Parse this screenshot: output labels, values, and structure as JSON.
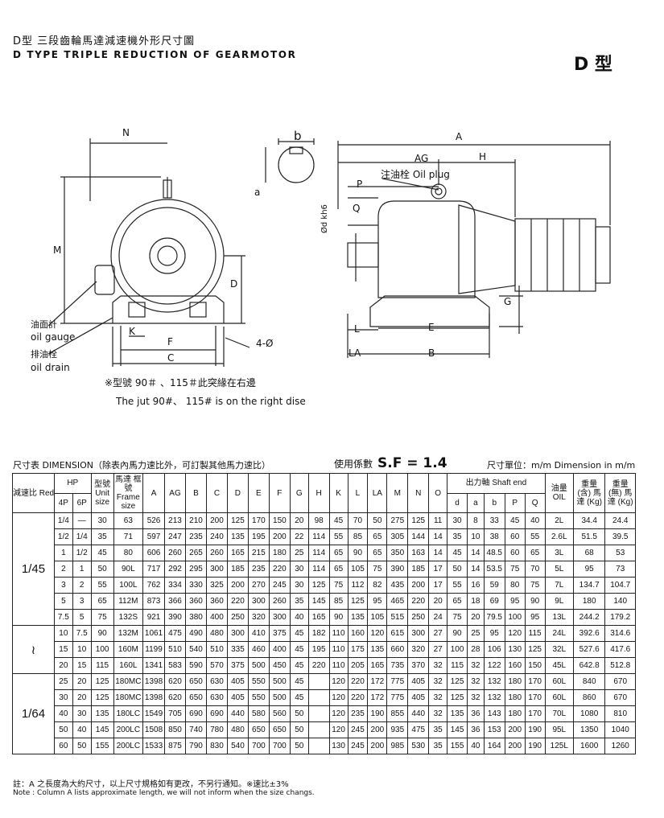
{
  "header": {
    "title_cn": "D型 三段齒輪馬達減速機外形尺寸圖",
    "title_en": "D TYPE TRIPLE REDUCTION OF GEARMOTOR",
    "type_badge": "D 型"
  },
  "drawing": {
    "labels": {
      "N": "N",
      "b": "b",
      "a": "a",
      "M": "M",
      "D": "D",
      "K": "K",
      "F": "F",
      "C": "C",
      "holes": "4-Ø",
      "A": "A",
      "AG": "AG",
      "H": "H",
      "P": "P",
      "Q": "Q",
      "d": "Ød kh6",
      "G": "G",
      "L": "L",
      "E": "E",
      "LA": "LA",
      "B": "B",
      "oil_plug": "注油栓 Oil plug",
      "oil_gauge_cn": "油面計",
      "oil_gauge": "oil gauge",
      "oil_drain_cn": "排油栓",
      "oil_drain": "oil drain"
    },
    "note_cn": "※型號 90＃ 、115＃此突緣在右邊",
    "note_en": "The jut 90#、 115# is on the right dise"
  },
  "dimension": {
    "title": "尺寸表 DIMENSION（除表內馬力速比外，可訂製其他馬力速比）",
    "sf_label": "使用係數",
    "sf_value": "S.F = 1.4",
    "unit": "尺寸單位：m/m Dimension in m/m",
    "headers": {
      "ratio": "減速比 Reduction Ratio",
      "hp": "HP",
      "p4": "4P",
      "p6": "6P",
      "unit_size": "型號 Unit size",
      "frame": "馬達 框號 Frame size",
      "A": "A",
      "AG": "AG",
      "B": "B",
      "C": "C",
      "D": "D",
      "E": "E",
      "F": "F",
      "G": "G",
      "H": "H",
      "K": "K",
      "L": "L",
      "LA": "LA",
      "M": "M",
      "N": "N",
      "O": "O",
      "shaft": "出力軸 Shaft end",
      "d": "d",
      "a": "a",
      "b": "b",
      "P": "P",
      "Q": "Q",
      "oil": "油量 OIL",
      "w_with": "重量 (含) 馬達 (Kg)",
      "w_without": "重量 (無) 馬達 (Kg)"
    },
    "ratio_labels": [
      "1/45",
      "≀",
      "1/64"
    ],
    "rows": [
      [
        "1/4",
        "—",
        "30",
        "63",
        "526",
        "213",
        "210",
        "200",
        "125",
        "170",
        "150",
        "20",
        "98",
        "45",
        "70",
        "50",
        "275",
        "125",
        "11",
        "30",
        "8",
        "33",
        "45",
        "40",
        "2L",
        "34.4",
        "24.4"
      ],
      [
        "1/2",
        "1/4",
        "35",
        "71",
        "597",
        "247",
        "235",
        "240",
        "135",
        "195",
        "200",
        "22",
        "114",
        "55",
        "85",
        "65",
        "305",
        "144",
        "14",
        "35",
        "10",
        "38",
        "60",
        "55",
        "2.6L",
        "51.5",
        "39.5"
      ],
      [
        "1",
        "1/2",
        "45",
        "80",
        "606",
        "260",
        "265",
        "260",
        "165",
        "215",
        "180",
        "25",
        "114",
        "65",
        "90",
        "65",
        "350",
        "163",
        "14",
        "45",
        "14",
        "48.5",
        "60",
        "65",
        "3L",
        "68",
        "53"
      ],
      [
        "2",
        "1",
        "50",
        "90L",
        "717",
        "292",
        "295",
        "300",
        "185",
        "235",
        "220",
        "30",
        "114",
        "65",
        "105",
        "75",
        "390",
        "185",
        "17",
        "50",
        "14",
        "53.5",
        "75",
        "70",
        "5L",
        "95",
        "73"
      ],
      [
        "3",
        "2",
        "55",
        "100L",
        "762",
        "334",
        "330",
        "325",
        "200",
        "270",
        "245",
        "30",
        "125",
        "75",
        "112",
        "82",
        "435",
        "200",
        "17",
        "55",
        "16",
        "59",
        "80",
        "75",
        "7L",
        "134.7",
        "104.7"
      ],
      [
        "5",
        "3",
        "65",
        "112M",
        "873",
        "366",
        "360",
        "360",
        "220",
        "300",
        "260",
        "35",
        "145",
        "85",
        "125",
        "95",
        "465",
        "220",
        "20",
        "65",
        "18",
        "69",
        "95",
        "90",
        "9L",
        "180",
        "140"
      ],
      [
        "7.5",
        "5",
        "75",
        "132S",
        "921",
        "390",
        "380",
        "400",
        "250",
        "320",
        "300",
        "40",
        "165",
        "90",
        "135",
        "105",
        "515",
        "250",
        "24",
        "75",
        "20",
        "79.5",
        "100",
        "95",
        "13L",
        "244.2",
        "179.2"
      ],
      [
        "10",
        "7.5",
        "90",
        "132M",
        "1061",
        "475",
        "490",
        "480",
        "300",
        "410",
        "375",
        "45",
        "182",
        "110",
        "160",
        "120",
        "615",
        "300",
        "27",
        "90",
        "25",
        "95",
        "120",
        "115",
        "24L",
        "392.6",
        "314.6"
      ],
      [
        "15",
        "10",
        "100",
        "160M",
        "1199",
        "510",
        "540",
        "510",
        "335",
        "460",
        "400",
        "45",
        "195",
        "110",
        "175",
        "135",
        "660",
        "320",
        "27",
        "100",
        "28",
        "106",
        "130",
        "125",
        "32L",
        "527.6",
        "417.6"
      ],
      [
        "20",
        "15",
        "115",
        "160L",
        "1341",
        "583",
        "590",
        "570",
        "375",
        "500",
        "450",
        "45",
        "220",
        "110",
        "205",
        "165",
        "735",
        "370",
        "32",
        "115",
        "32",
        "122",
        "160",
        "150",
        "45L",
        "642.8",
        "512.8"
      ],
      [
        "25",
        "20",
        "125",
        "180MC",
        "1398",
        "620",
        "650",
        "630",
        "405",
        "550",
        "500",
        "45",
        "",
        "120",
        "220",
        "172",
        "775",
        "405",
        "32",
        "125",
        "32",
        "132",
        "180",
        "170",
        "60L",
        "840",
        "670"
      ],
      [
        "30",
        "20",
        "125",
        "180MC",
        "1398",
        "620",
        "650",
        "630",
        "405",
        "550",
        "500",
        "45",
        "",
        "120",
        "220",
        "172",
        "775",
        "405",
        "32",
        "125",
        "32",
        "132",
        "180",
        "170",
        "60L",
        "860",
        "670"
      ],
      [
        "40",
        "30",
        "135",
        "180LC",
        "1549",
        "705",
        "690",
        "690",
        "440",
        "580",
        "560",
        "50",
        "",
        "120",
        "235",
        "190",
        "855",
        "440",
        "32",
        "135",
        "36",
        "143",
        "180",
        "170",
        "70L",
        "1080",
        "810"
      ],
      [
        "50",
        "40",
        "145",
        "200LC",
        "1508",
        "850",
        "740",
        "780",
        "480",
        "650",
        "650",
        "50",
        "",
        "120",
        "245",
        "200",
        "935",
        "475",
        "35",
        "145",
        "36",
        "153",
        "200",
        "190",
        "95L",
        "1350",
        "1040"
      ],
      [
        "60",
        "50",
        "155",
        "200LC",
        "1533",
        "875",
        "790",
        "830",
        "540",
        "700",
        "700",
        "50",
        "",
        "130",
        "245",
        "200",
        "985",
        "530",
        "35",
        "155",
        "40",
        "164",
        "200",
        "190",
        "125L",
        "1600",
        "1260"
      ]
    ]
  },
  "footer": {
    "note_cn": "註：A 之長度為大約尺寸，以上尺寸規格如有更改，不另行通知。※速比±3%",
    "note_en": "Note : Column A lists approximate length, we will not inform when the size changs."
  }
}
